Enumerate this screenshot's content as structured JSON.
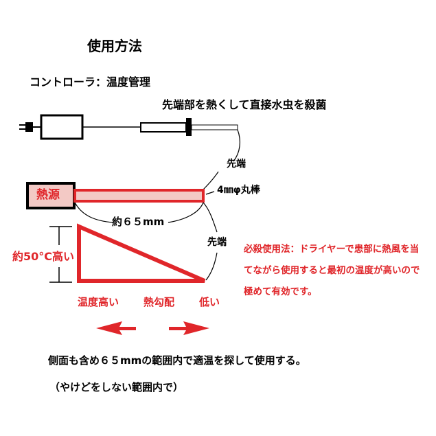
{
  "title": "使用方法",
  "controller_label": "コントローラ：温度管理",
  "tip_heat_label": "先端部を熱くして直接水虫を殺菌",
  "tip_label_1": "先端",
  "rod_label": "4㎜φ丸棒",
  "heat_source_label": "熱源",
  "length_label": "約６５mm",
  "tip_label_2": "先端",
  "temp_label": "約50°C高い",
  "warning_lines": [
    "必殺使用法：ドライヤーで患部に熱風を当",
    "てながら使用すると最初の温度が高いので",
    "極めて有効です。"
  ],
  "gradient_labels": {
    "high": "温度高い",
    "middle": "熱勾配",
    "low": "低い"
  },
  "footer_line_1": "側面も含め６５mmの範囲内で適温を探して使用する。",
  "footer_line_2": "（やけどをしない範囲内で）",
  "colors": {
    "accent_red": "#e0262a",
    "heat_source_bg": "#f3c9c5",
    "line": "#000000"
  }
}
